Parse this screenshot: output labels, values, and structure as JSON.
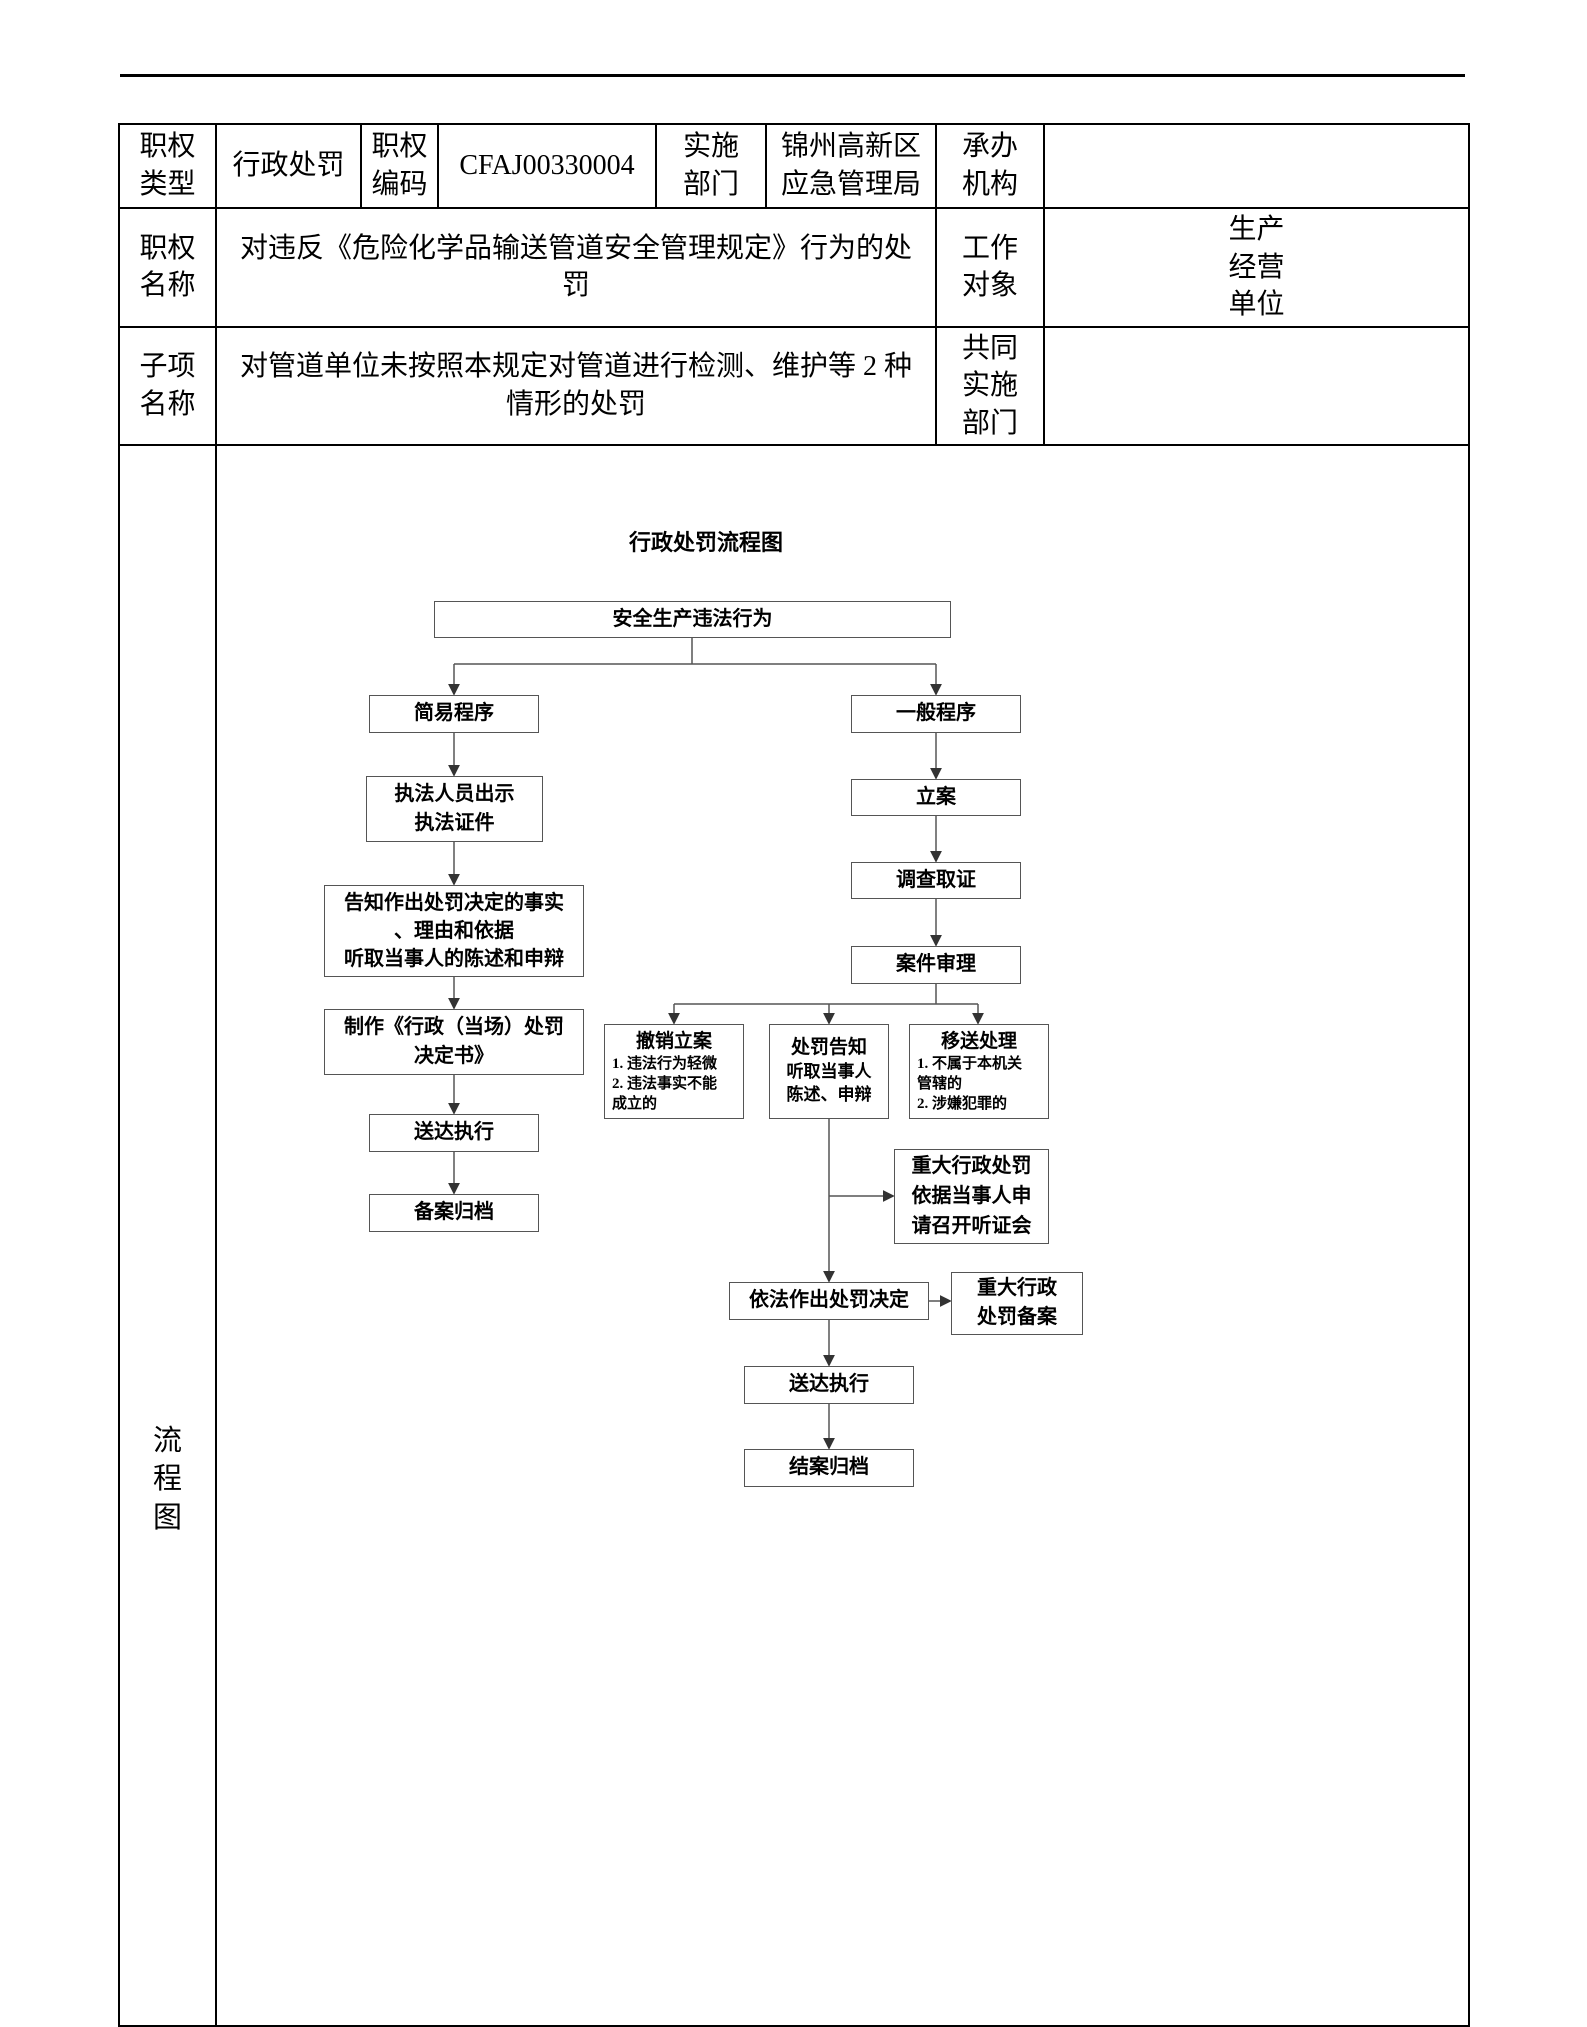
{
  "table": {
    "r1": {
      "h_type": "职权\n类型",
      "v_type": "行政处罚",
      "h_code": "职权\n编码",
      "v_code": "CFAJ00330004",
      "h_dept": "实施\n部门",
      "v_dept": "锦州高新区\n应急管理局",
      "h_org": "承办\n机构"
    },
    "r2": {
      "h_name": "职权\n名称",
      "v_name": "对违反《危险化学品输送管道安全管理规定》行为的处\n罚",
      "h_target": "工作\n对象",
      "v_target": "生产\n经营\n单位"
    },
    "r3": {
      "h_sub": "子项\n名称",
      "v_sub": "对管道单位未按照本规定对管道进行检测、维护等 2 种\n情形的处罚",
      "h_joint": "共同\n实施\n部门"
    },
    "r4": {
      "h_flow": "流\n程\n图"
    }
  },
  "flowchart": {
    "title": "行政处罚流程图",
    "start": "安全生产违法行为",
    "simple_branch": {
      "simple": "简易程序",
      "show_credentials": "执法人员出示\n执法证件",
      "inform": "告知作出处罚决定的事实\n、理由和依据\n听取当事人的陈述和申辩",
      "make_doc": "制作《行政（当场）处罚\n决定书》",
      "deliver": "送达执行",
      "archive": "备案归档"
    },
    "general_branch": {
      "general": "一般程序",
      "file_case": "立案",
      "investigate": "调查取证",
      "review": "案件审理",
      "revoke": {
        "title": "撤销立案",
        "notes": "1. 违法行为轻微\n2. 违法事实不能\n成立的"
      },
      "inform": {
        "title": "处罚告知",
        "sub": "听取当事人\n陈述、申辩"
      },
      "transfer": {
        "title": "移送处理",
        "notes": "1. 不属于本机关\n管辖的\n2. 涉嫌犯罪的"
      },
      "hearing": "重大行政处罚\n依据当事人申\n请召开听证会",
      "decision": "依法作出处罚决定",
      "major_record": "重大行政\n处罚备案",
      "deliver": "送达执行",
      "archive": "结案归档"
    }
  }
}
